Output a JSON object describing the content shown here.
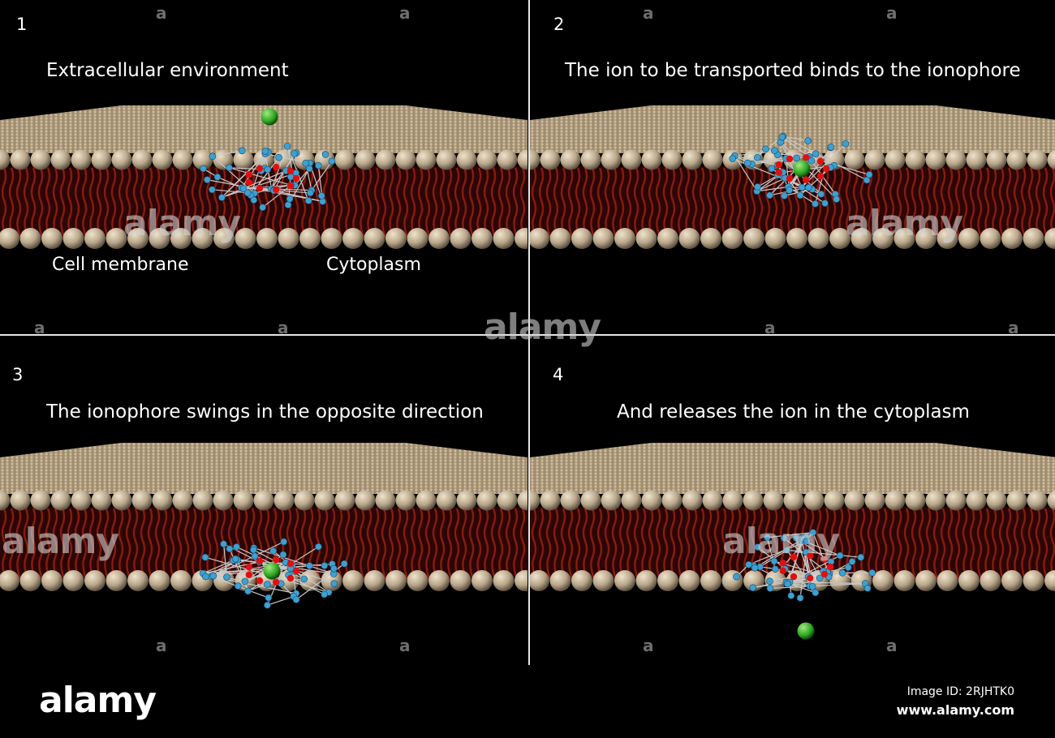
{
  "panels": [
    {
      "number": "1",
      "caption": "Extracellular environment"
    },
    {
      "number": "2",
      "caption": "The ion to be transported binds to the ionophore"
    },
    {
      "number": "3",
      "caption": "The ionophore swings in the opposite direction"
    },
    {
      "number": "4",
      "caption": "And releases the ion in the cytoplasm"
    }
  ],
  "labels": {
    "cell_membrane": "Cell membrane",
    "cytoplasm": "Cytoplasm"
  },
  "footer": {
    "logo": "alamy",
    "image_id": "Image ID: 2RJHTK0",
    "site": "www.alamy.com"
  },
  "watermark": {
    "small": "a",
    "big": "alamy"
  },
  "colors": {
    "background": "#000000",
    "head_sphere": "#b8a68a",
    "lipid_tail": "#8b1a12",
    "ion": "#2aa21e",
    "ionophore_carbon": "#3fa0d0",
    "ionophore_oxygen": "#e01010"
  }
}
